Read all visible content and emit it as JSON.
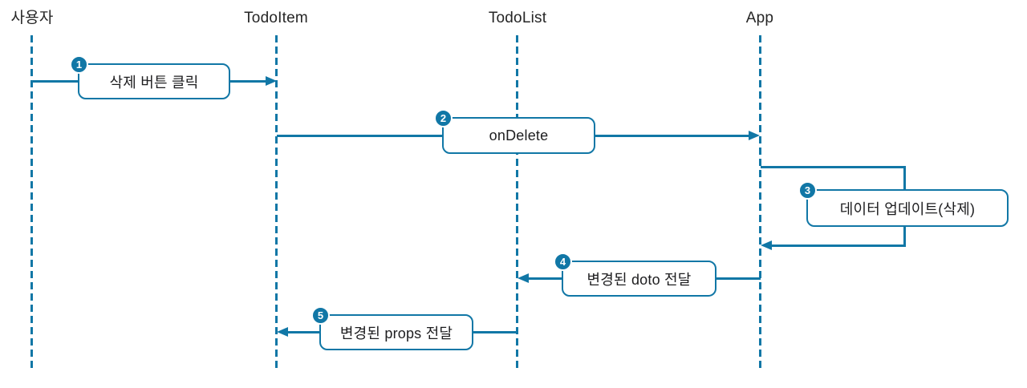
{
  "actors": [
    {
      "name": "사용자"
    },
    {
      "name": "TodoItem"
    },
    {
      "name": "TodoList"
    },
    {
      "name": "App"
    }
  ],
  "steps": [
    {
      "num": "1",
      "label": "삭제 버튼 클릭",
      "from": "사용자",
      "to": "TodoItem"
    },
    {
      "num": "2",
      "label": "onDelete",
      "from": "TodoItem",
      "to": "App"
    },
    {
      "num": "3",
      "label": "데이터 업데이트(삭제)",
      "from": "App",
      "to": "App"
    },
    {
      "num": "4",
      "label": "변경된 doto 전달",
      "from": "App",
      "to": "TodoList"
    },
    {
      "num": "5",
      "label": "변경된 props 전달",
      "from": "TodoList",
      "to": "TodoItem"
    }
  ],
  "colors": {
    "accent": "#1177a6",
    "text": "#262626",
    "box_bg": "#ffffff"
  }
}
